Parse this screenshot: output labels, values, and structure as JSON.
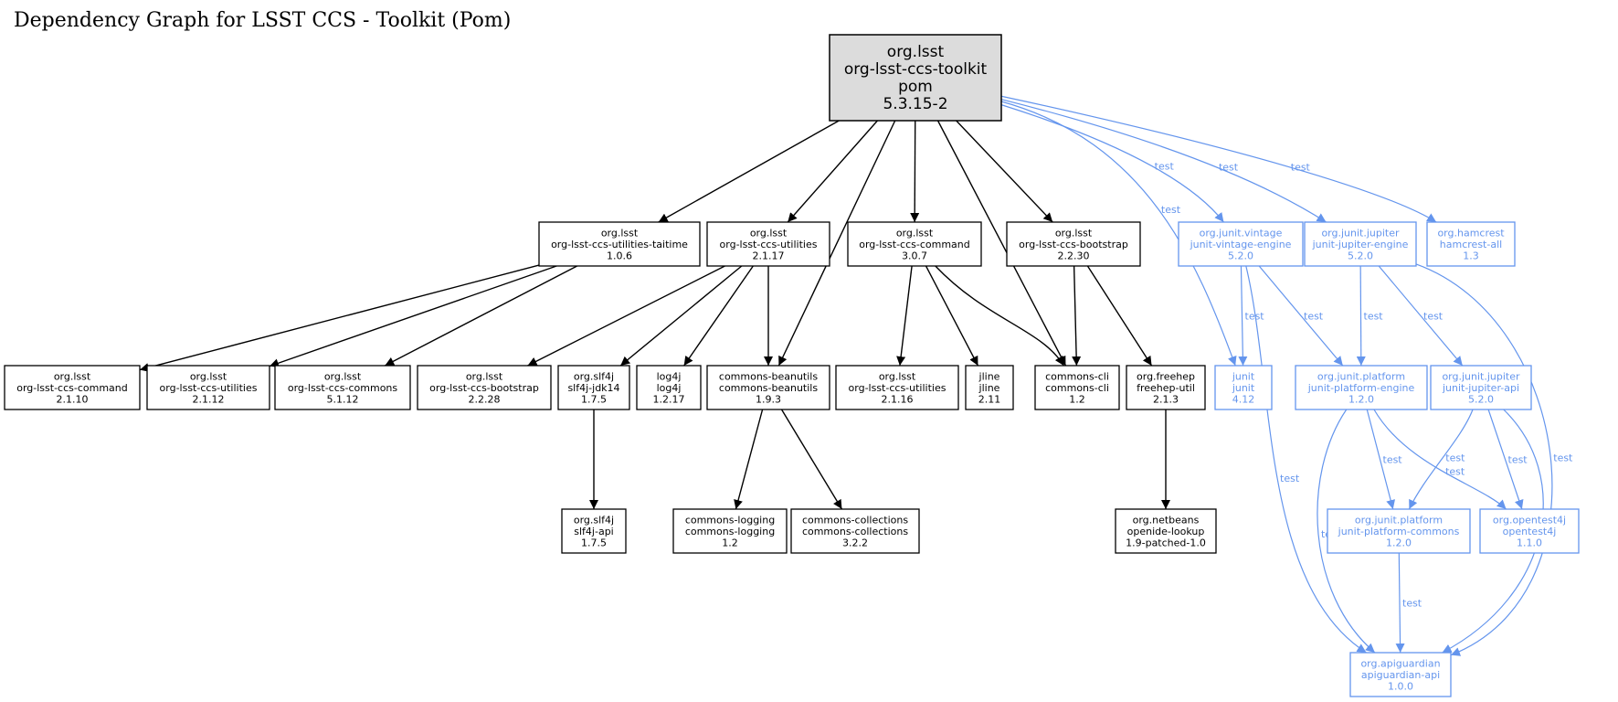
{
  "title": "Dependency Graph for LSST CCS - Toolkit (Pom)",
  "colors": {
    "compile": "#000000",
    "test": "#6495ed",
    "root_fill": "#dcdcdc"
  },
  "nodes": [
    {
      "id": "root",
      "lines": [
        "org.lsst",
        "org-lsst-ccs-toolkit",
        "pom",
        "5.3.15-2"
      ],
      "scope": "root"
    },
    {
      "id": "taitime",
      "lines": [
        "org.lsst",
        "org-lsst-ccs-utilities-taitime",
        "1.0.6"
      ],
      "scope": "compile"
    },
    {
      "id": "utilities217",
      "lines": [
        "org.lsst",
        "org-lsst-ccs-utilities",
        "2.1.17"
      ],
      "scope": "compile"
    },
    {
      "id": "command307",
      "lines": [
        "org.lsst",
        "org-lsst-ccs-command",
        "3.0.7"
      ],
      "scope": "compile"
    },
    {
      "id": "bootstrap2230",
      "lines": [
        "org.lsst",
        "org-lsst-ccs-bootstrap",
        "2.2.30"
      ],
      "scope": "compile"
    },
    {
      "id": "vintage",
      "lines": [
        "org.junit.vintage",
        "junit-vintage-engine",
        "5.2.0"
      ],
      "scope": "test"
    },
    {
      "id": "jupiterengine",
      "lines": [
        "org.junit.jupiter",
        "junit-jupiter-engine",
        "5.2.0"
      ],
      "scope": "test"
    },
    {
      "id": "hamcrest",
      "lines": [
        "org.hamcrest",
        "hamcrest-all",
        "1.3"
      ],
      "scope": "test"
    },
    {
      "id": "command2110",
      "lines": [
        "org.lsst",
        "org-lsst-ccs-command",
        "2.1.10"
      ],
      "scope": "compile"
    },
    {
      "id": "utilities2112",
      "lines": [
        "org.lsst",
        "org-lsst-ccs-utilities",
        "2.1.12"
      ],
      "scope": "compile"
    },
    {
      "id": "commons5112",
      "lines": [
        "org.lsst",
        "org-lsst-ccs-commons",
        "5.1.12"
      ],
      "scope": "compile"
    },
    {
      "id": "bootstrap2228",
      "lines": [
        "org.lsst",
        "org-lsst-ccs-bootstrap",
        "2.2.28"
      ],
      "scope": "compile"
    },
    {
      "id": "slf4jjdk",
      "lines": [
        "org.slf4j",
        "slf4j-jdk14",
        "1.7.5"
      ],
      "scope": "compile"
    },
    {
      "id": "log4j",
      "lines": [
        "log4j",
        "log4j",
        "1.2.17"
      ],
      "scope": "compile"
    },
    {
      "id": "beanutils",
      "lines": [
        "commons-beanutils",
        "commons-beanutils",
        "1.9.3"
      ],
      "scope": "compile"
    },
    {
      "id": "utilities2116",
      "lines": [
        "org.lsst",
        "org-lsst-ccs-utilities",
        "2.1.16"
      ],
      "scope": "compile"
    },
    {
      "id": "jline",
      "lines": [
        "jline",
        "jline",
        "2.11"
      ],
      "scope": "compile"
    },
    {
      "id": "commonscli",
      "lines": [
        "commons-cli",
        "commons-cli",
        "1.2"
      ],
      "scope": "compile"
    },
    {
      "id": "freehep",
      "lines": [
        "org.freehep",
        "freehep-util",
        "2.1.3"
      ],
      "scope": "compile"
    },
    {
      "id": "junit",
      "lines": [
        "junit",
        "junit",
        "4.12"
      ],
      "scope": "test"
    },
    {
      "id": "platformengine",
      "lines": [
        "org.junit.platform",
        "junit-platform-engine",
        "1.2.0"
      ],
      "scope": "test"
    },
    {
      "id": "jupiterapi",
      "lines": [
        "org.junit.jupiter",
        "junit-jupiter-api",
        "5.2.0"
      ],
      "scope": "test"
    },
    {
      "id": "slf4japi",
      "lines": [
        "org.slf4j",
        "slf4j-api",
        "1.7.5"
      ],
      "scope": "compile"
    },
    {
      "id": "commonslogging",
      "lines": [
        "commons-logging",
        "commons-logging",
        "1.2"
      ],
      "scope": "compile"
    },
    {
      "id": "collections",
      "lines": [
        "commons-collections",
        "commons-collections",
        "3.2.2"
      ],
      "scope": "compile"
    },
    {
      "id": "openide",
      "lines": [
        "org.netbeans",
        "openide-lookup",
        "1.9-patched-1.0"
      ],
      "scope": "compile"
    },
    {
      "id": "platformcommons",
      "lines": [
        "org.junit.platform",
        "junit-platform-commons",
        "1.2.0"
      ],
      "scope": "test"
    },
    {
      "id": "opentest4j",
      "lines": [
        "org.opentest4j",
        "opentest4j",
        "1.1.0"
      ],
      "scope": "test"
    },
    {
      "id": "apiguardian",
      "lines": [
        "org.apiguardian",
        "apiguardian-api",
        "1.0.0"
      ],
      "scope": "test"
    }
  ],
  "edges": [
    {
      "from": "root",
      "to": "taitime",
      "scope": "compile",
      "label": ""
    },
    {
      "from": "root",
      "to": "utilities217",
      "scope": "compile",
      "label": ""
    },
    {
      "from": "root",
      "to": "beanutils",
      "scope": "compile",
      "label": ""
    },
    {
      "from": "root",
      "to": "command307",
      "scope": "compile",
      "label": ""
    },
    {
      "from": "root",
      "to": "commonscli",
      "scope": "compile",
      "label": ""
    },
    {
      "from": "root",
      "to": "bootstrap2230",
      "scope": "compile",
      "label": ""
    },
    {
      "from": "root",
      "to": "junit",
      "scope": "test",
      "label": "test"
    },
    {
      "from": "root",
      "to": "vintage",
      "scope": "test",
      "label": "test"
    },
    {
      "from": "root",
      "to": "jupiterengine",
      "scope": "test",
      "label": "test"
    },
    {
      "from": "root",
      "to": "hamcrest",
      "scope": "test",
      "label": "test"
    },
    {
      "from": "taitime",
      "to": "command2110",
      "scope": "compile",
      "label": ""
    },
    {
      "from": "taitime",
      "to": "utilities2112",
      "scope": "compile",
      "label": ""
    },
    {
      "from": "taitime",
      "to": "commons5112",
      "scope": "compile",
      "label": ""
    },
    {
      "from": "utilities217",
      "to": "bootstrap2228",
      "scope": "compile",
      "label": ""
    },
    {
      "from": "utilities217",
      "to": "slf4jjdk",
      "scope": "compile",
      "label": ""
    },
    {
      "from": "utilities217",
      "to": "log4j",
      "scope": "compile",
      "label": ""
    },
    {
      "from": "utilities217",
      "to": "beanutils",
      "scope": "compile",
      "label": ""
    },
    {
      "from": "command307",
      "to": "utilities2116",
      "scope": "compile",
      "label": ""
    },
    {
      "from": "command307",
      "to": "jline",
      "scope": "compile",
      "label": ""
    },
    {
      "from": "command307",
      "to": "commonscli",
      "scope": "compile",
      "label": ""
    },
    {
      "from": "bootstrap2230",
      "to": "commonscli",
      "scope": "compile",
      "label": ""
    },
    {
      "from": "bootstrap2230",
      "to": "freehep",
      "scope": "compile",
      "label": ""
    },
    {
      "from": "slf4jjdk",
      "to": "slf4japi",
      "scope": "compile",
      "label": ""
    },
    {
      "from": "beanutils",
      "to": "commonslogging",
      "scope": "compile",
      "label": ""
    },
    {
      "from": "beanutils",
      "to": "collections",
      "scope": "compile",
      "label": ""
    },
    {
      "from": "freehep",
      "to": "openide",
      "scope": "compile",
      "label": ""
    },
    {
      "from": "vintage",
      "to": "junit",
      "scope": "test",
      "label": "test"
    },
    {
      "from": "vintage",
      "to": "platformengine",
      "scope": "test",
      "label": "test"
    },
    {
      "from": "vintage",
      "to": "apiguardian",
      "scope": "test",
      "label": "test"
    },
    {
      "from": "jupiterengine",
      "to": "platformengine",
      "scope": "test",
      "label": "test"
    },
    {
      "from": "jupiterengine",
      "to": "jupiterapi",
      "scope": "test",
      "label": "test"
    },
    {
      "from": "jupiterengine",
      "to": "apiguardian",
      "scope": "test",
      "label": "test"
    },
    {
      "from": "platformengine",
      "to": "platformcommons",
      "scope": "test",
      "label": "test"
    },
    {
      "from": "platformengine",
      "to": "opentest4j",
      "scope": "test",
      "label": "test"
    },
    {
      "from": "platformengine",
      "to": "apiguardian",
      "scope": "test",
      "label": "test"
    },
    {
      "from": "jupiterapi",
      "to": "platformcommons",
      "scope": "test",
      "label": "test"
    },
    {
      "from": "jupiterapi",
      "to": "opentest4j",
      "scope": "test",
      "label": "test"
    },
    {
      "from": "jupiterapi",
      "to": "apiguardian",
      "scope": "test",
      "label": "test"
    },
    {
      "from": "platformcommons",
      "to": "apiguardian",
      "scope": "test",
      "label": "test"
    }
  ]
}
